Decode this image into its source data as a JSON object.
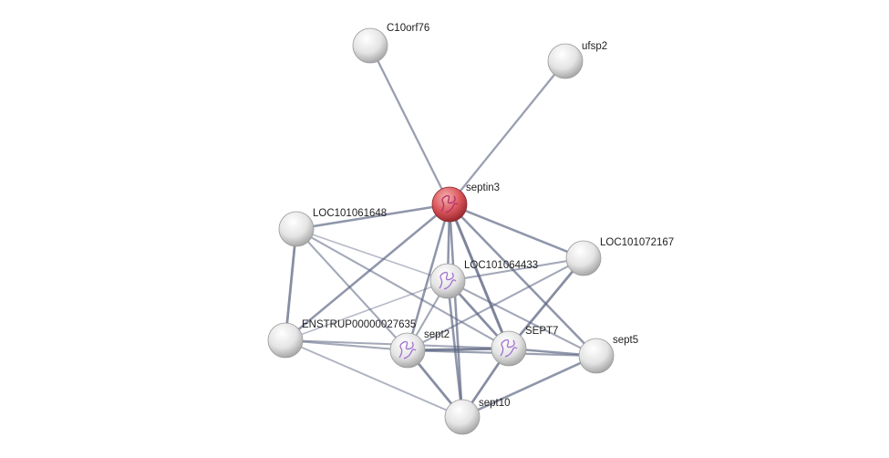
{
  "network": {
    "colors": {
      "query_node": "#d9545a",
      "node": "#e6e6e6",
      "edge": "#5a6380"
    },
    "nodes": [
      {
        "id": "C10orf76",
        "label": "C10orf76",
        "query": false,
        "structure": false
      },
      {
        "id": "ufsp2",
        "label": "ufsp2",
        "query": false,
        "structure": false
      },
      {
        "id": "septin3",
        "label": "septin3",
        "query": true,
        "structure": true
      },
      {
        "id": "LOC101061648",
        "label": "LOC101061648",
        "query": false,
        "structure": false
      },
      {
        "id": "LOC101072167",
        "label": "LOC101072167",
        "query": false,
        "structure": false
      },
      {
        "id": "LOC101064433",
        "label": "LOC101064433",
        "query": false,
        "structure": true
      },
      {
        "id": "ENSTRUP00000027635",
        "label": "ENSTRUP00000027635",
        "query": false,
        "structure": false
      },
      {
        "id": "sept2",
        "label": "sept2",
        "query": false,
        "structure": true
      },
      {
        "id": "SEPT7",
        "label": "SEPT7",
        "query": false,
        "structure": true
      },
      {
        "id": "sept5",
        "label": "sept5",
        "query": false,
        "structure": false
      },
      {
        "id": "sept10",
        "label": "sept10",
        "query": false,
        "structure": false
      }
    ],
    "edges": [
      [
        "septin3",
        "C10orf76",
        0.6
      ],
      [
        "septin3",
        "ufsp2",
        0.6
      ],
      [
        "septin3",
        "LOC101061648",
        0.7
      ],
      [
        "septin3",
        "ENSTRUP00000027635",
        0.7
      ],
      [
        "septin3",
        "sept2",
        0.7
      ],
      [
        "septin3",
        "LOC101064433",
        0.7
      ],
      [
        "septin3",
        "SEPT7",
        0.9
      ],
      [
        "septin3",
        "sept10",
        0.7
      ],
      [
        "septin3",
        "LOC101072167",
        0.7
      ],
      [
        "septin3",
        "sept5",
        0.7
      ],
      [
        "LOC101061648",
        "ENSTRUP00000027635",
        0.8
      ],
      [
        "LOC101061648",
        "sept2",
        0.5
      ],
      [
        "LOC101061648",
        "SEPT7",
        0.5
      ],
      [
        "LOC101061648",
        "LOC101064433",
        0.3
      ],
      [
        "ENSTRUP00000027635",
        "LOC101064433",
        0.3
      ],
      [
        "ENSTRUP00000027635",
        "sept2",
        0.5
      ],
      [
        "ENSTRUP00000027635",
        "SEPT7",
        0.5
      ],
      [
        "ENSTRUP00000027635",
        "sept10",
        0.4
      ],
      [
        "LOC101064433",
        "SEPT7",
        0.8
      ],
      [
        "LOC101064433",
        "sept10",
        0.7
      ],
      [
        "LOC101064433",
        "sept5",
        0.5
      ],
      [
        "LOC101064433",
        "LOC101072167",
        0.5
      ],
      [
        "LOC101064433",
        "sept2",
        0.5
      ],
      [
        "sept2",
        "SEPT7",
        0.9
      ],
      [
        "sept2",
        "sept10",
        0.8
      ],
      [
        "sept2",
        "sept5",
        0.6
      ],
      [
        "sept2",
        "LOC101072167",
        0.5
      ],
      [
        "SEPT7",
        "sept10",
        0.8
      ],
      [
        "SEPT7",
        "sept5",
        0.7
      ],
      [
        "SEPT7",
        "LOC101072167",
        0.8
      ],
      [
        "sept5",
        "sept10",
        0.7
      ]
    ]
  }
}
